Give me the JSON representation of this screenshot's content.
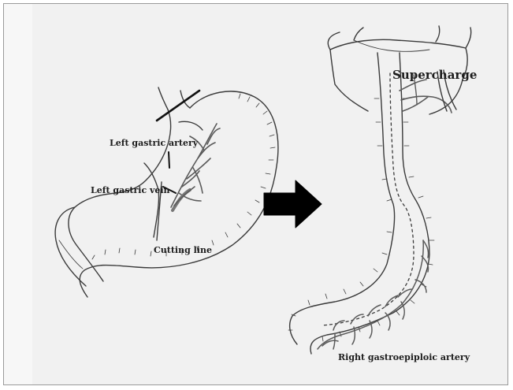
{
  "labels": {
    "left_gastric_artery": "Left gastric artery",
    "left_gastric_vein": "Left gastric vein",
    "cutting_line": "Cutting line",
    "supercharge": "Supercharge",
    "right_gastroepiploic_artery": "Right gastroepiploic artery"
  },
  "colors": {
    "ink": "#3a3a3a",
    "arrow": "#000000",
    "vessel": "#5a5a5a"
  }
}
